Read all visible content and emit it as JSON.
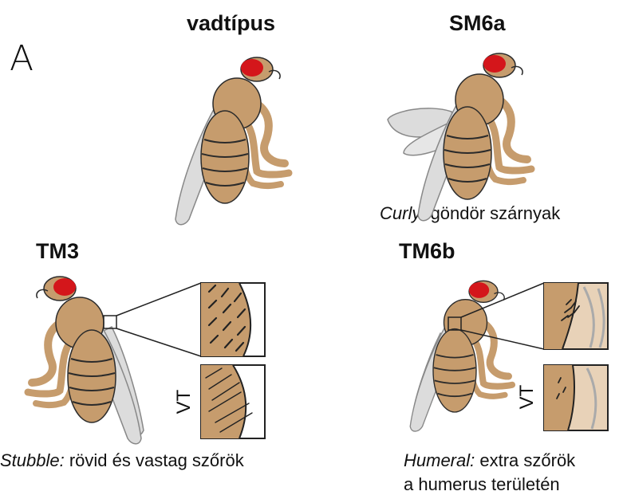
{
  "panel_letter": "A",
  "titles": {
    "wildtype": "vadtípus",
    "sm6a": "SM6a",
    "tm3": "TM3",
    "tm6b": "TM6b"
  },
  "captions": {
    "curly_term": "Curly:",
    "curly_rest": " göndör szárnyak",
    "stubble_term": "Stubble:",
    "stubble_rest": " rövid és vastag szőrök",
    "humeral_term": "Humeral:",
    "humeral_rest": " extra szőrök",
    "humeral_line2": "a humerus területén"
  },
  "inset_label": "VT",
  "colors": {
    "body": "#c69c6d",
    "eye": "#d4161b",
    "wing": "#dcdcdc",
    "outline": "#2b2b2b",
    "skin": "#e8d2b8"
  }
}
